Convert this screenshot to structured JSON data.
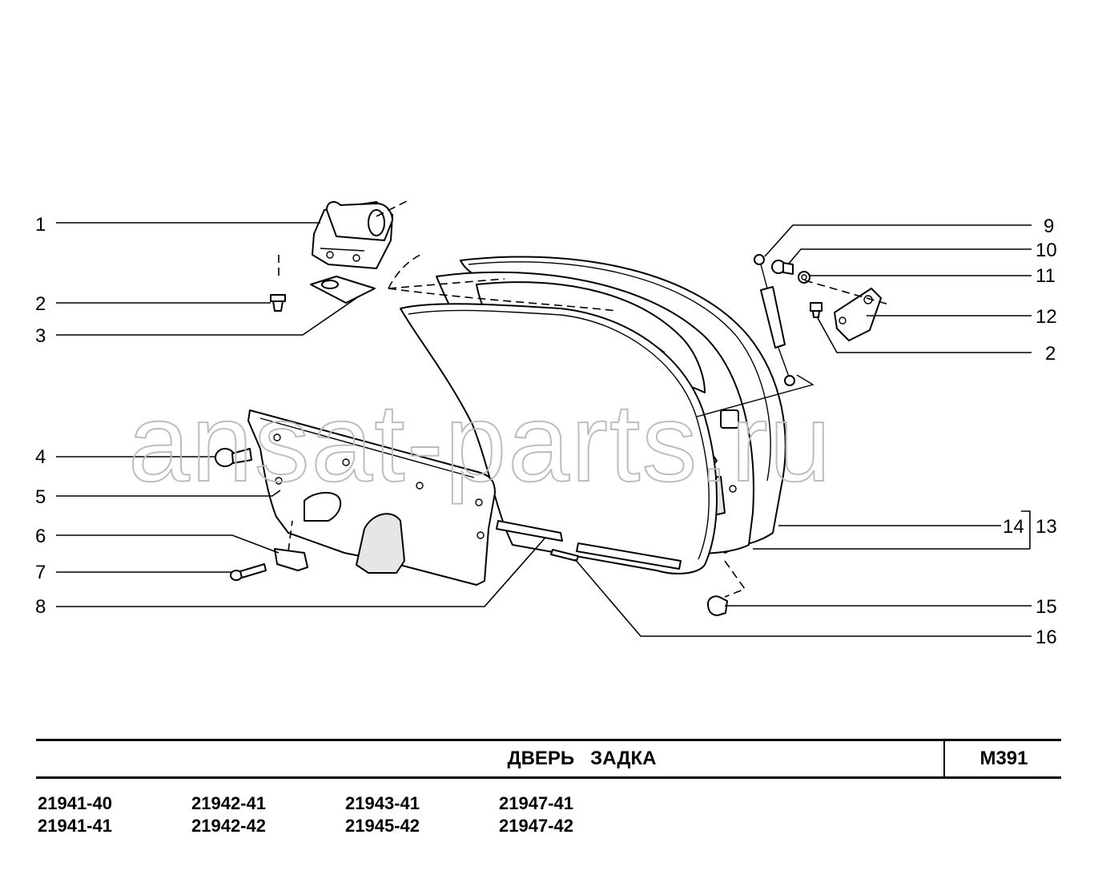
{
  "watermark": "ansat-parts.ru",
  "callouts": {
    "c1": "1",
    "c2a": "2",
    "c3": "3",
    "c4": "4",
    "c5": "5",
    "c6": "6",
    "c7": "7",
    "c8": "8",
    "c9": "9",
    "c10": "10",
    "c11": "11",
    "c12": "12",
    "c2b": "2",
    "c14": "14",
    "c13": "13",
    "c15": "15",
    "c16": "16"
  },
  "title": "ДВЕРЬ   ЗАДКА",
  "code": "М391",
  "models": [
    [
      "21941-40",
      "21941-41"
    ],
    [
      "21942-41",
      "21942-42"
    ],
    [
      "21943-41",
      "21945-42"
    ],
    [
      "21947-41",
      "21947-42"
    ]
  ]
}
